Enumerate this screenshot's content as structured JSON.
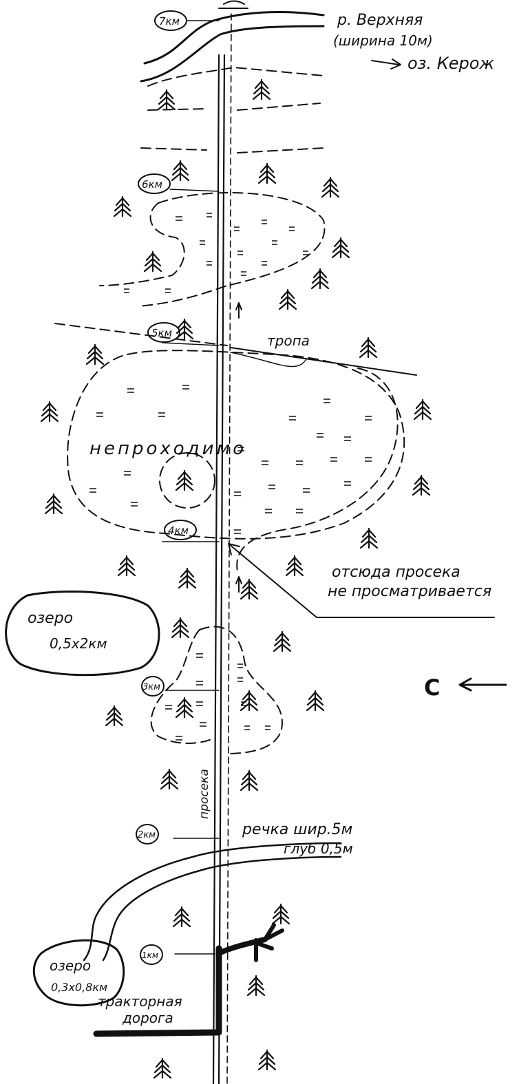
{
  "labels": {
    "river_top_name": "р. Верхняя",
    "river_top_width": "(ширина 10м)",
    "lake_kerozh": "оз. Керож",
    "trail": "тропа",
    "impassable": "непроходимо",
    "not_visible_1": "отсюда просека",
    "not_visible_2": "не просматривается",
    "lake1_name": "озеро",
    "lake1_size": "0,5х2км",
    "north": "С",
    "clearing": "просека",
    "stream_1": "речка шир.5м",
    "stream_2": "глуб 0,5м",
    "lake2_name": "озеро",
    "lake2_size": "0,3х0,8км",
    "tractor_road_1": "тракторная",
    "tractor_road_2": "дорога"
  },
  "km_markers": [
    "7км",
    "6км",
    "5км",
    "4км",
    "3км",
    "2км",
    "1км"
  ]
}
